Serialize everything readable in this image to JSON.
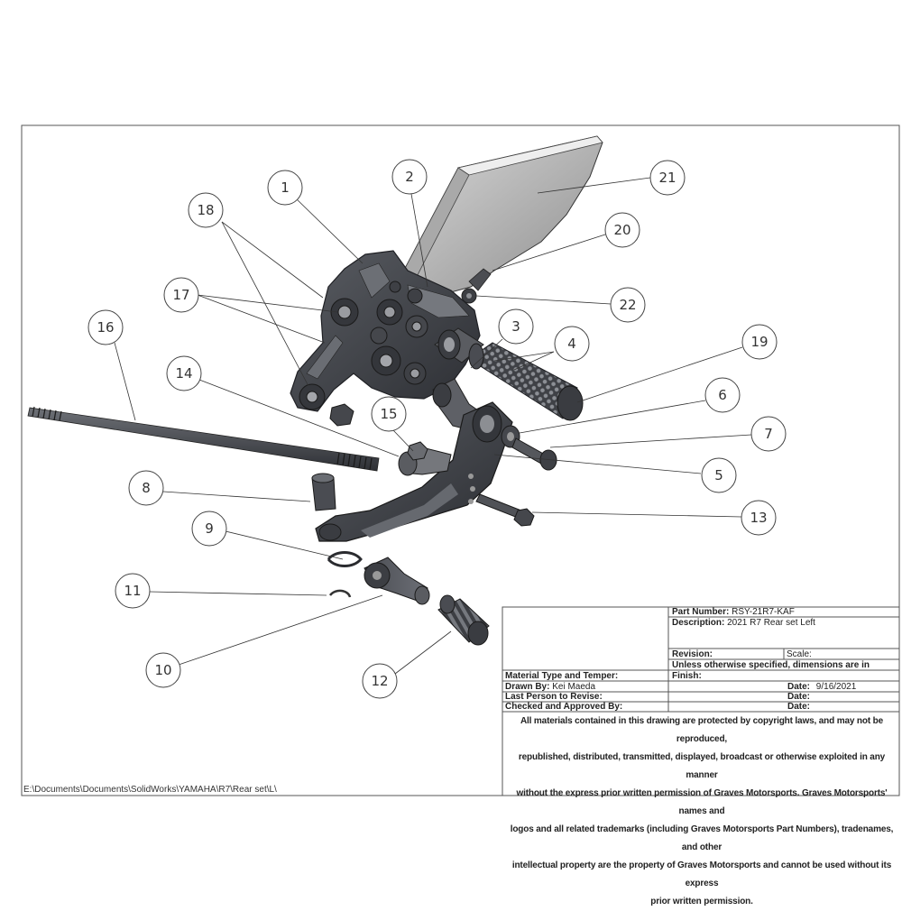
{
  "balloons": [
    "1",
    "2",
    "3",
    "4",
    "5",
    "6",
    "7",
    "8",
    "9",
    "10",
    "11",
    "12",
    "13",
    "14",
    "15",
    "16",
    "17",
    "18",
    "19",
    "20",
    "21",
    "22"
  ],
  "title_block": {
    "part_number_label": "Part Number:",
    "part_number_value": "RSY-21R7-KAF",
    "description_label": "Description:",
    "description_value": "2021 R7 Rear set  Left",
    "revision_label": "Revision:",
    "scale_label": "Scale:",
    "units_label": "Unless otherwise specified, dimensions are in",
    "material_label": "Material Type and Temper:",
    "finish_label": "Finish:",
    "drawn_by_label": "Drawn By:",
    "drawn_by_value": "Kei Maeda",
    "date_label": "Date:",
    "date_value": "9/16/2021",
    "last_revise_label": "Last Person to Revise:",
    "checked_label": "Checked and Approved By:",
    "notice_lines": [
      "All materials contained in this drawing are protected by copyright laws, and may not be reproduced,",
      "republished, distributed, transmitted, displayed, broadcast or otherwise exploited in any manner",
      "without the express prior written permission of Graves Motorsports. Graves Motorsports' names and",
      "logos and all related trademarks (including Graves Motorsports Part Numbers), tradenames, and other",
      "intellectual property are the property of Graves Motorsports and cannot be used without its express",
      "prior written permission."
    ]
  },
  "file_path": "E:\\Documents\\Documents\\SolidWorks\\YAMAHA\\R7\\Rear set\\L\\"
}
